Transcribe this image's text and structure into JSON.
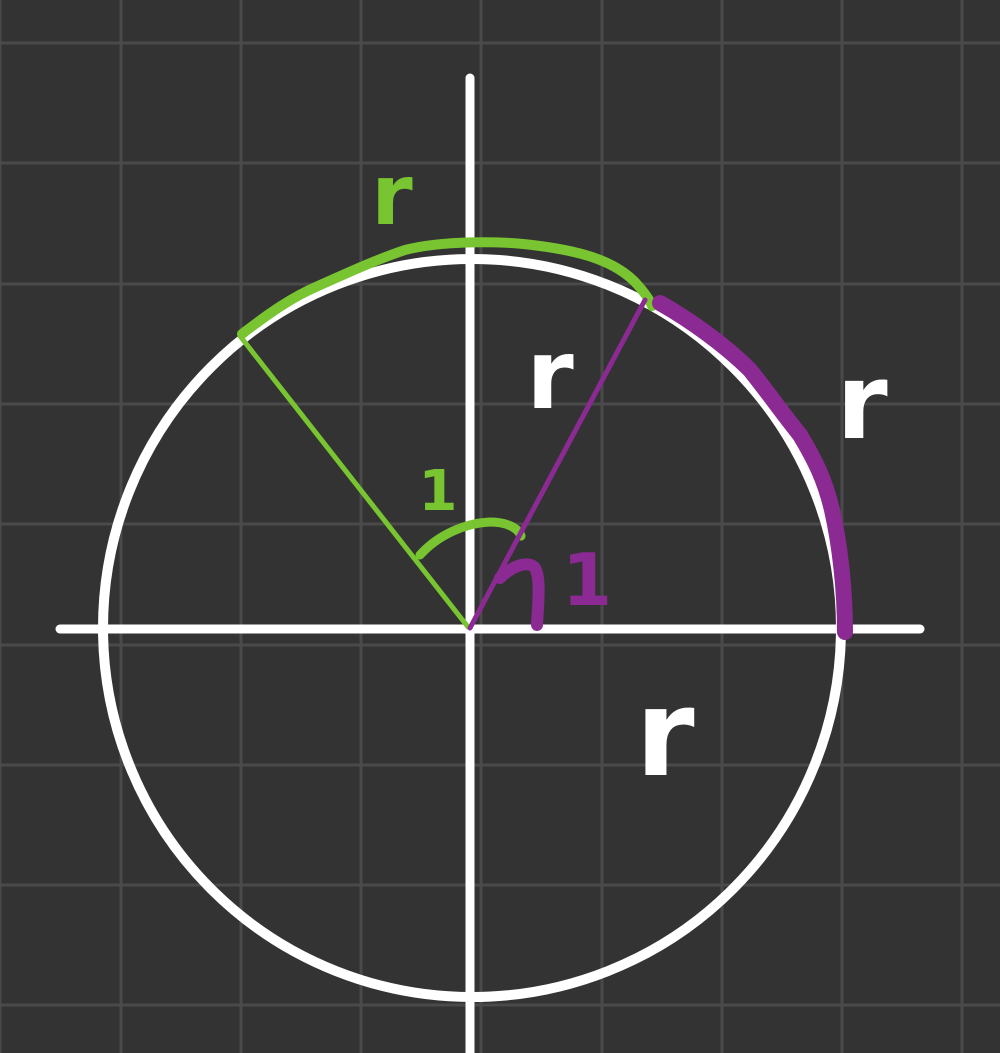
{
  "colors": {
    "background": "#333333",
    "grid": "#4a4a4a",
    "axes": "#ffffff",
    "circle": "#ffffff",
    "green": "#78c431",
    "purple": "#8a2a92"
  },
  "labels": {
    "green_arc": "r",
    "green_angle": "1",
    "purple_angle": "1",
    "radius_inside": "r",
    "purple_arc": "r",
    "horizontal_radius": "r"
  }
}
